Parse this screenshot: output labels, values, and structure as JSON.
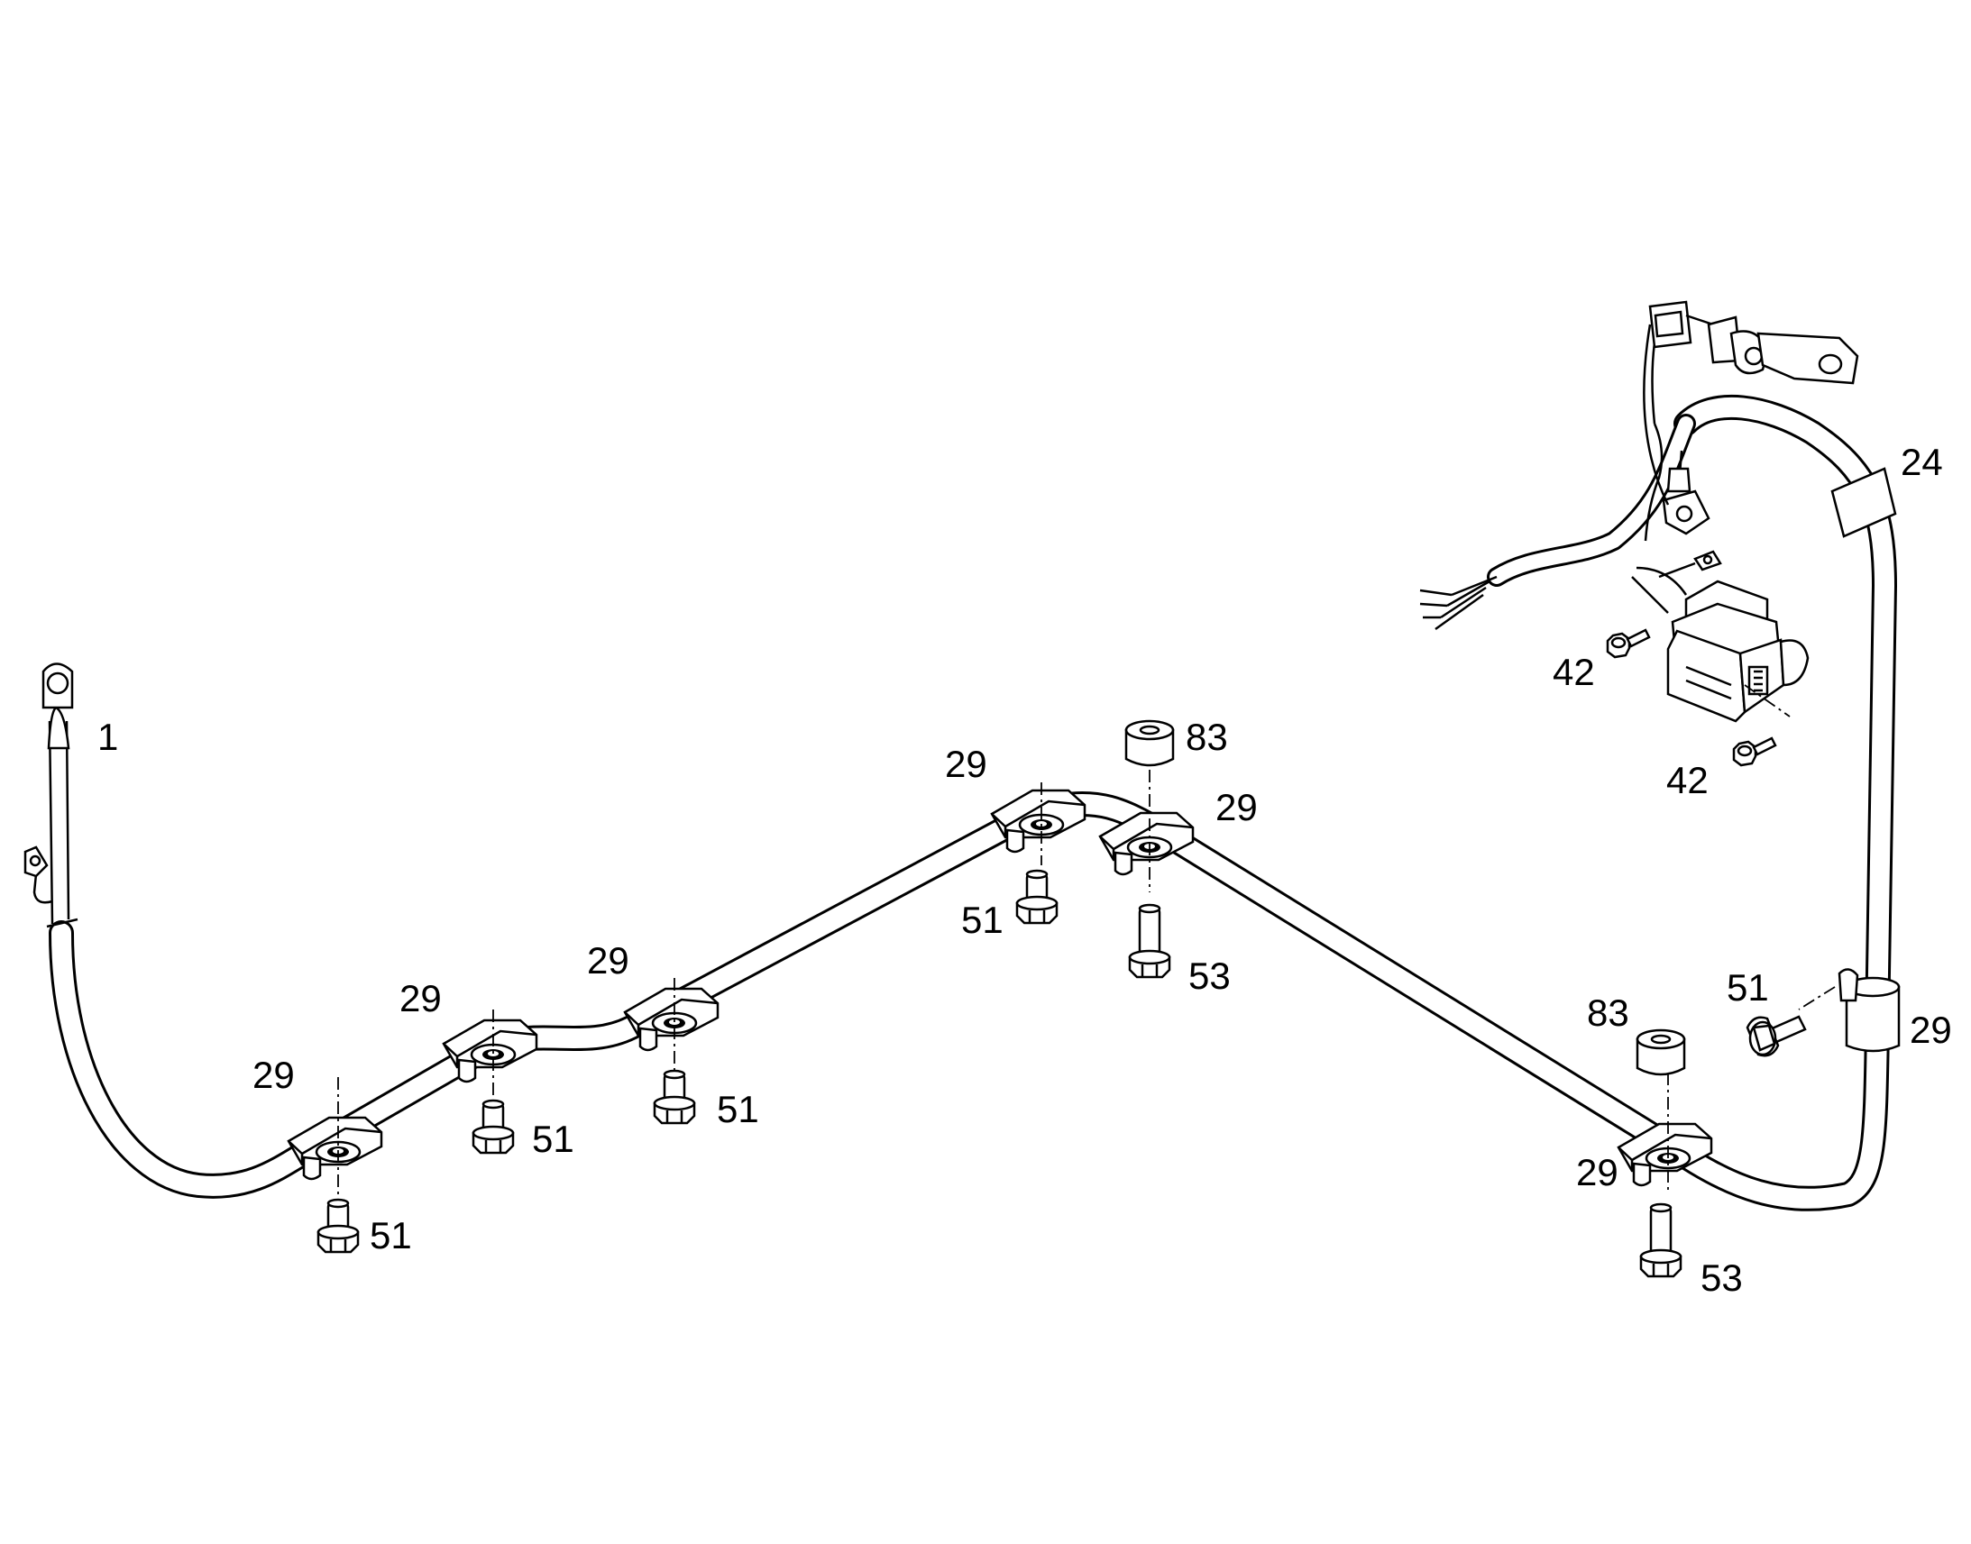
{
  "diagram": {
    "callouts": {
      "c1": "1",
      "c24": "24",
      "c29a": "29",
      "c29b": "29",
      "c29c": "29",
      "c29d": "29",
      "c29e": "29",
      "c29f": "29",
      "c29g": "29",
      "c42a": "42",
      "c42b": "42",
      "c51a": "51",
      "c51b": "51",
      "c51c": "51",
      "c51d": "51",
      "c51e": "51",
      "c53a": "53",
      "c53b": "53",
      "c83a": "83",
      "c83b": "83"
    }
  }
}
